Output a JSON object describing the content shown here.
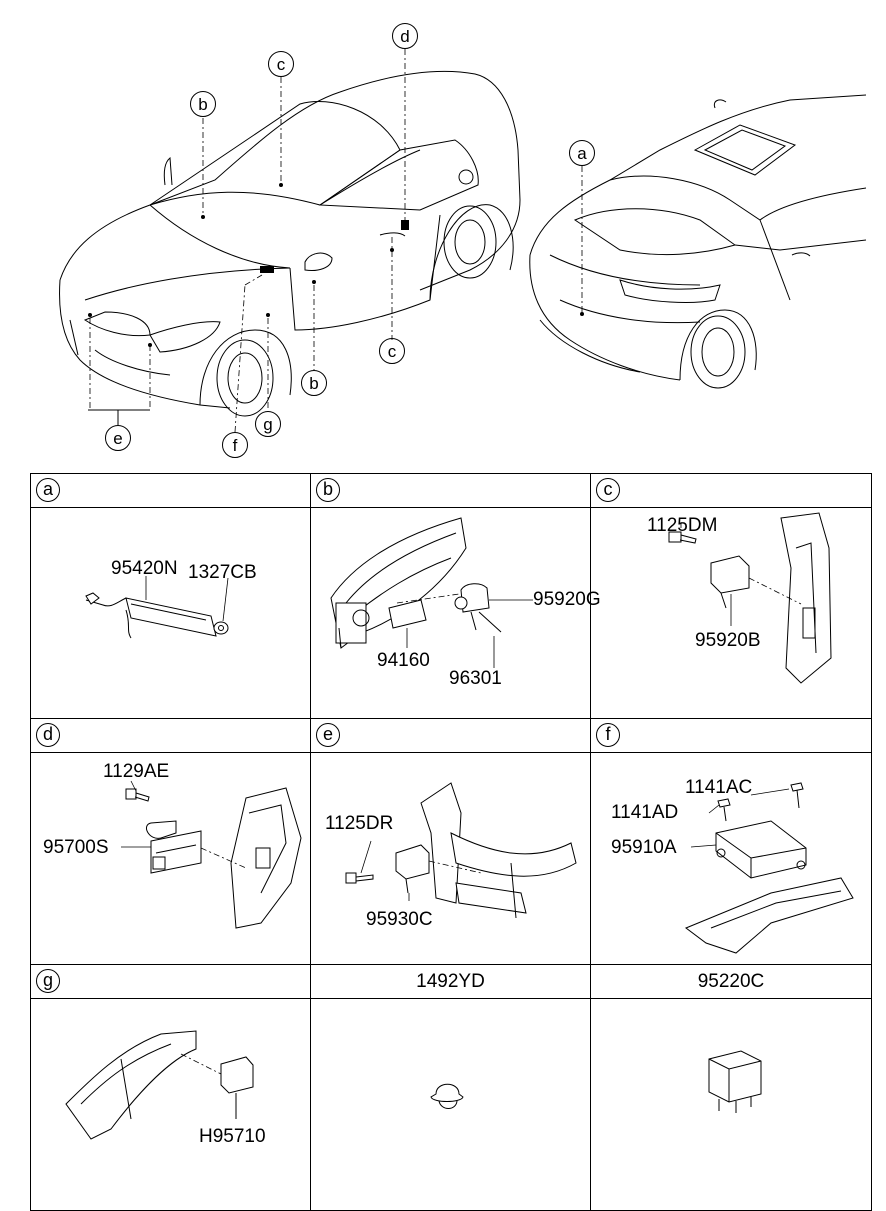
{
  "overview": {
    "callouts": [
      "a",
      "b",
      "b",
      "c",
      "c",
      "d",
      "e",
      "f",
      "g"
    ]
  },
  "panels": [
    {
      "key": "a",
      "header": "a",
      "labels": [
        "95420N",
        "1327CB"
      ]
    },
    {
      "key": "b",
      "header": "b",
      "labels": [
        "95920G",
        "94160",
        "96301"
      ]
    },
    {
      "key": "c",
      "header": "c",
      "labels": [
        "1125DM",
        "95920B"
      ]
    },
    {
      "key": "d",
      "header": "d",
      "labels": [
        "1129AE",
        "95700S"
      ]
    },
    {
      "key": "e",
      "header": "e",
      "labels": [
        "1125DR",
        "95930C"
      ]
    },
    {
      "key": "f",
      "header": "f",
      "labels": [
        "1141AC",
        "1141AD",
        "95910A"
      ]
    },
    {
      "key": "g",
      "header": "g",
      "labels": [
        "H95710"
      ]
    },
    {
      "key": "h",
      "header": "1492YD",
      "labels": []
    },
    {
      "key": "i",
      "header": "95220C",
      "labels": []
    }
  ]
}
